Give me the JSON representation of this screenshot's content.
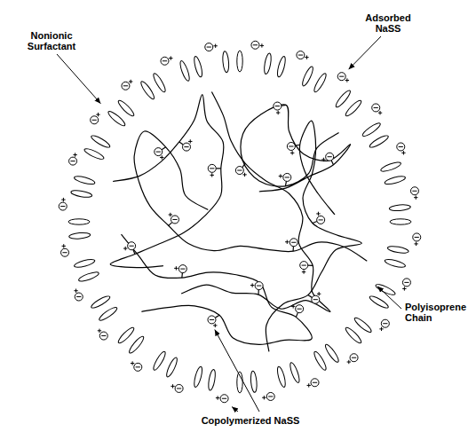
{
  "diagram": {
    "labels": [
      "Adsorbed NaSS",
      "Nonionic Surfactant",
      "Polyisoprene Chain",
      "Copolymerized NaSS"
    ]
  }
}
